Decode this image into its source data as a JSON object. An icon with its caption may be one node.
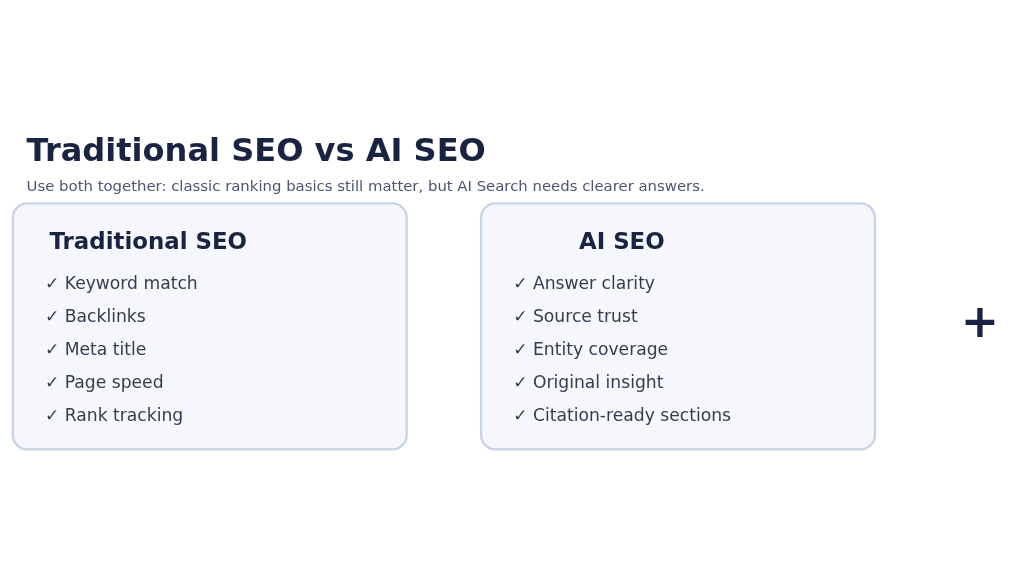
{
  "diagram": {
    "title": "Traditional SEO vs AI SEO",
    "caption": "Use both together: classic ranking basics still matter, but AI Search needs clearer answers.",
    "nodes": [
      {
        "text": [
          "Traditional SEO",
          "✓ Keyword match",
          "✓ Backlinks",
          "✓ Meta title",
          "✓ Page speed",
          "✓ Rank tracking"
        ]
      },
      {
        "text": [
          "AI SEO",
          "✓ Answer clarity",
          "✓ Source trust",
          "✓ Entity coverage",
          "✓ Original insight",
          "✓ Citation-ready sections"
        ]
      }
    ],
    "edges": [],
    "labels": [
      "+"
    ]
  }
}
